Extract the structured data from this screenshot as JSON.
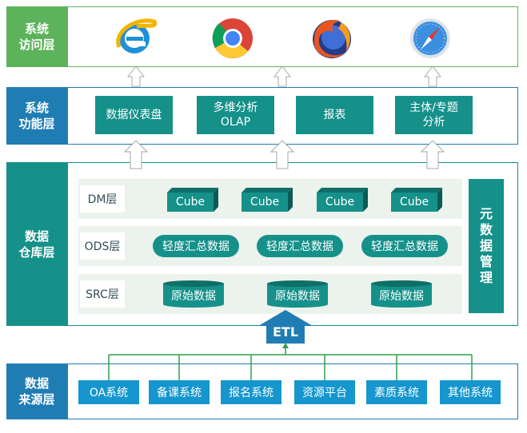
{
  "layers": {
    "access": "系统\n访问层",
    "function": "系统\n功能层",
    "warehouse": "数据\n仓库层",
    "source": "数据\n来源层"
  },
  "browsers": [
    {
      "icon": "ie-icon"
    },
    {
      "icon": "chrome-icon"
    },
    {
      "icon": "firefox-icon"
    },
    {
      "icon": "safari-icon"
    }
  ],
  "functions": [
    "数据仪表盘",
    "多维分析\nOLAP",
    "报表",
    "主体/专题\n分析"
  ],
  "warehouse": {
    "dm": {
      "label": "DM层",
      "items": [
        "Cube",
        "Cube",
        "Cube",
        "Cube"
      ]
    },
    "ods": {
      "label": "ODS层",
      "items": [
        "轻度汇总数据",
        "轻度汇总数据",
        "轻度汇总数据"
      ]
    },
    "src": {
      "label": "SRC层",
      "items": [
        "原始数据",
        "原始数据",
        "原始数据"
      ]
    },
    "meta": "元\n数\n据\n管\n理"
  },
  "etl": "ETL",
  "sources": [
    "OA系统",
    "备课系统",
    "报名系统",
    "资源平台",
    "素质系统",
    "其他系统"
  ],
  "colors": {
    "green": "#5db35b",
    "blue": "#1f7db3",
    "teal": "#15918a",
    "source_blue": "#1596ce"
  }
}
